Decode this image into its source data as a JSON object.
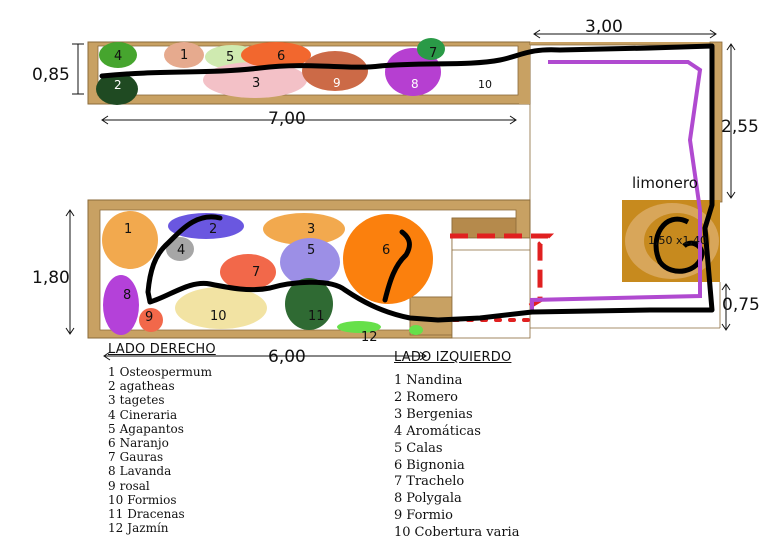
{
  "dimensions": {
    "top_width": "3,00",
    "top_depth": "0,85",
    "top_length": "7,00",
    "right_run": "2,55",
    "bottom_depth": "1,80",
    "bottom_length": "6,00",
    "bottom_right": "0,75"
  },
  "lemon_tree": {
    "label": "limonero",
    "size": "1,50 x1,40"
  },
  "legend_right_side": {
    "title": "LADO DERECHO",
    "items": [
      {
        "n": "1",
        "name": "Osteospermum"
      },
      {
        "n": "2",
        "name": "agatheas"
      },
      {
        "n": "3",
        "name": "tagetes"
      },
      {
        "n": "4",
        "name": "Cineraria"
      },
      {
        "n": "5",
        "name": "Agapantos"
      },
      {
        "n": "6",
        "name": "Naranjo"
      },
      {
        "n": "7",
        "name": "Gauras"
      },
      {
        "n": "8",
        "name": "Lavanda"
      },
      {
        "n": "9",
        "name": "rosal"
      },
      {
        "n": "10",
        "name": "Formios"
      },
      {
        "n": "11",
        "name": "Dracenas"
      },
      {
        "n": "12",
        "name": "Jazmín"
      }
    ]
  },
  "legend_left_side": {
    "title": "LADO IZQUIERDO",
    "items": [
      {
        "n": "1",
        "name": "Nandina"
      },
      {
        "n": "2",
        "name": "Romero"
      },
      {
        "n": "3",
        "name": "Bergenias"
      },
      {
        "n": "4",
        "name": "Aromáticas"
      },
      {
        "n": "5",
        "name": "Calas"
      },
      {
        "n": "6",
        "name": "Bignonia"
      },
      {
        "n": "7",
        "name": "Trachelo"
      },
      {
        "n": "8",
        "name": "Polygala"
      },
      {
        "n": "9",
        "name": "Formio"
      },
      {
        "n": "10",
        "name": "Cobertura varia"
      }
    ]
  },
  "top_bed_numbers": [
    "4",
    "1",
    "5",
    "6",
    "7",
    "2",
    "3",
    "9",
    "8",
    "10"
  ],
  "bottom_bed_numbers": [
    "1",
    "2",
    "3",
    "4",
    "5",
    "6",
    "7",
    "8",
    "9",
    "10",
    "11",
    "12"
  ],
  "colors": {
    "wall": "#c8a163",
    "wall_stroke": "#8a6a3a",
    "path": "#000000",
    "purple_line": "#b04ad0",
    "red_dashed": "#e02020"
  }
}
